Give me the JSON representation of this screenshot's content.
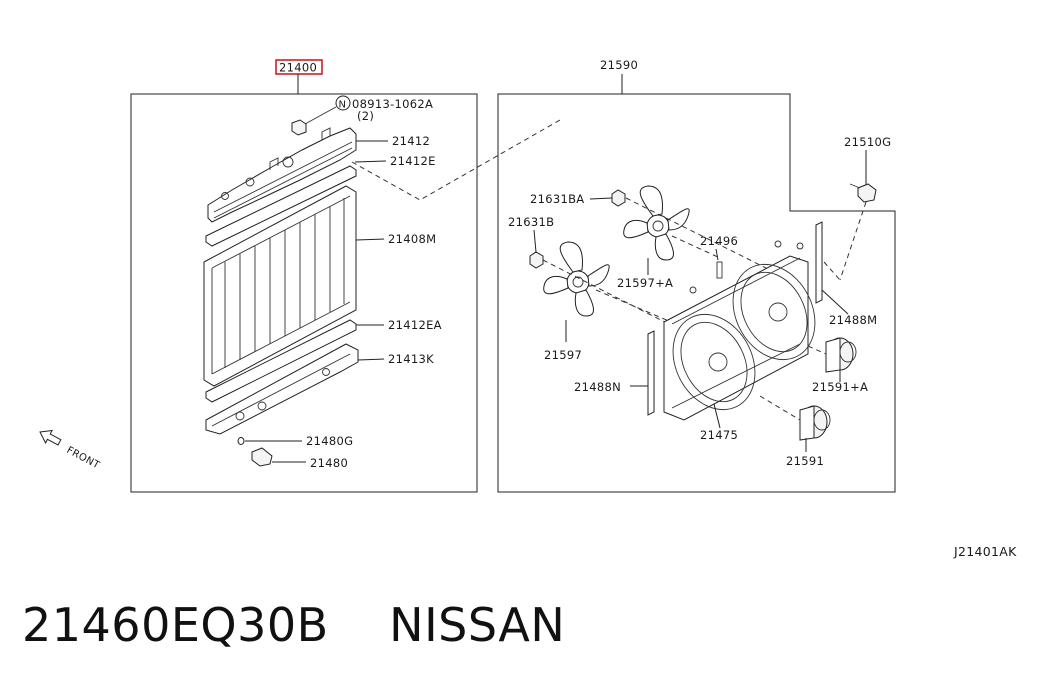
{
  "labels": {
    "assembly": "21400",
    "bolt": "08913-1062A",
    "bolt_qty": "(2)",
    "bolt_n": "N",
    "upper_tank": "21412",
    "upper_seal": "21412E",
    "core": "21408M",
    "lower_seal": "21412EA",
    "lower_tank": "21413K",
    "drain_gasket": "21480G",
    "drain_plug": "21480",
    "front": "FRONT",
    "shroud_assy": "21590",
    "bolt2": "21510G",
    "nut_a": "21631BA",
    "nut_b": "21631B",
    "fan_a": "21597+A",
    "fan": "21597",
    "resistor": "21496",
    "plate_m": "21488M",
    "plate_n": "21488N",
    "motor_a": "21591+A",
    "shroud": "21475",
    "motor": "21591",
    "ref_code": "J21401AK"
  },
  "footer": "21460EQ30B    NISSAN",
  "colors": {
    "highlight": "#e0191d",
    "ink": "#1a1a1a"
  }
}
